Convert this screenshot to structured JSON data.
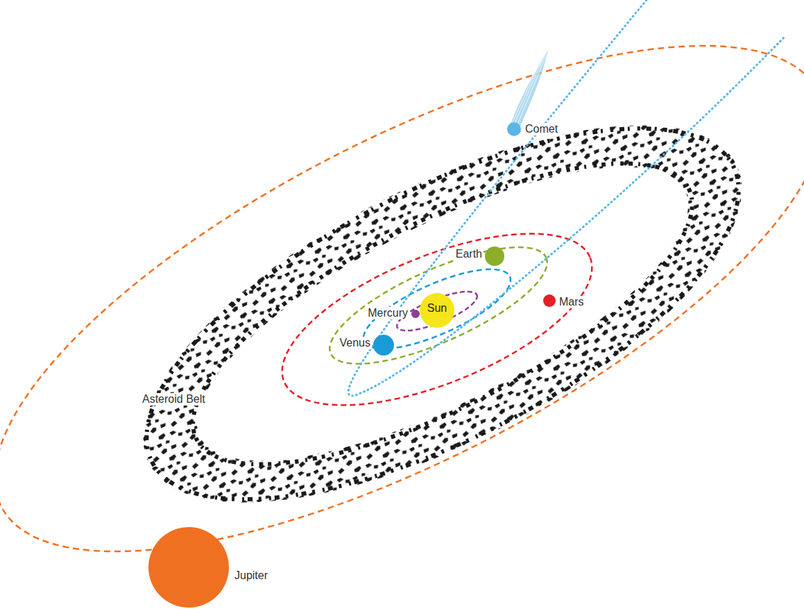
{
  "diagram": {
    "nodes": [
      {
        "text": [
          "Comet"
        ]
      },
      {
        "text": [
          "Earth"
        ]
      },
      {
        "text": [
          "Mercury"
        ]
      },
      {
        "text": [
          "Sun"
        ]
      },
      {
        "text": [
          "Venus"
        ]
      },
      {
        "text": [
          "Mars"
        ]
      },
      {
        "text": [
          "Jupiter"
        ]
      }
    ],
    "labels": [
      "Asteroid Belt"
    ]
  }
}
